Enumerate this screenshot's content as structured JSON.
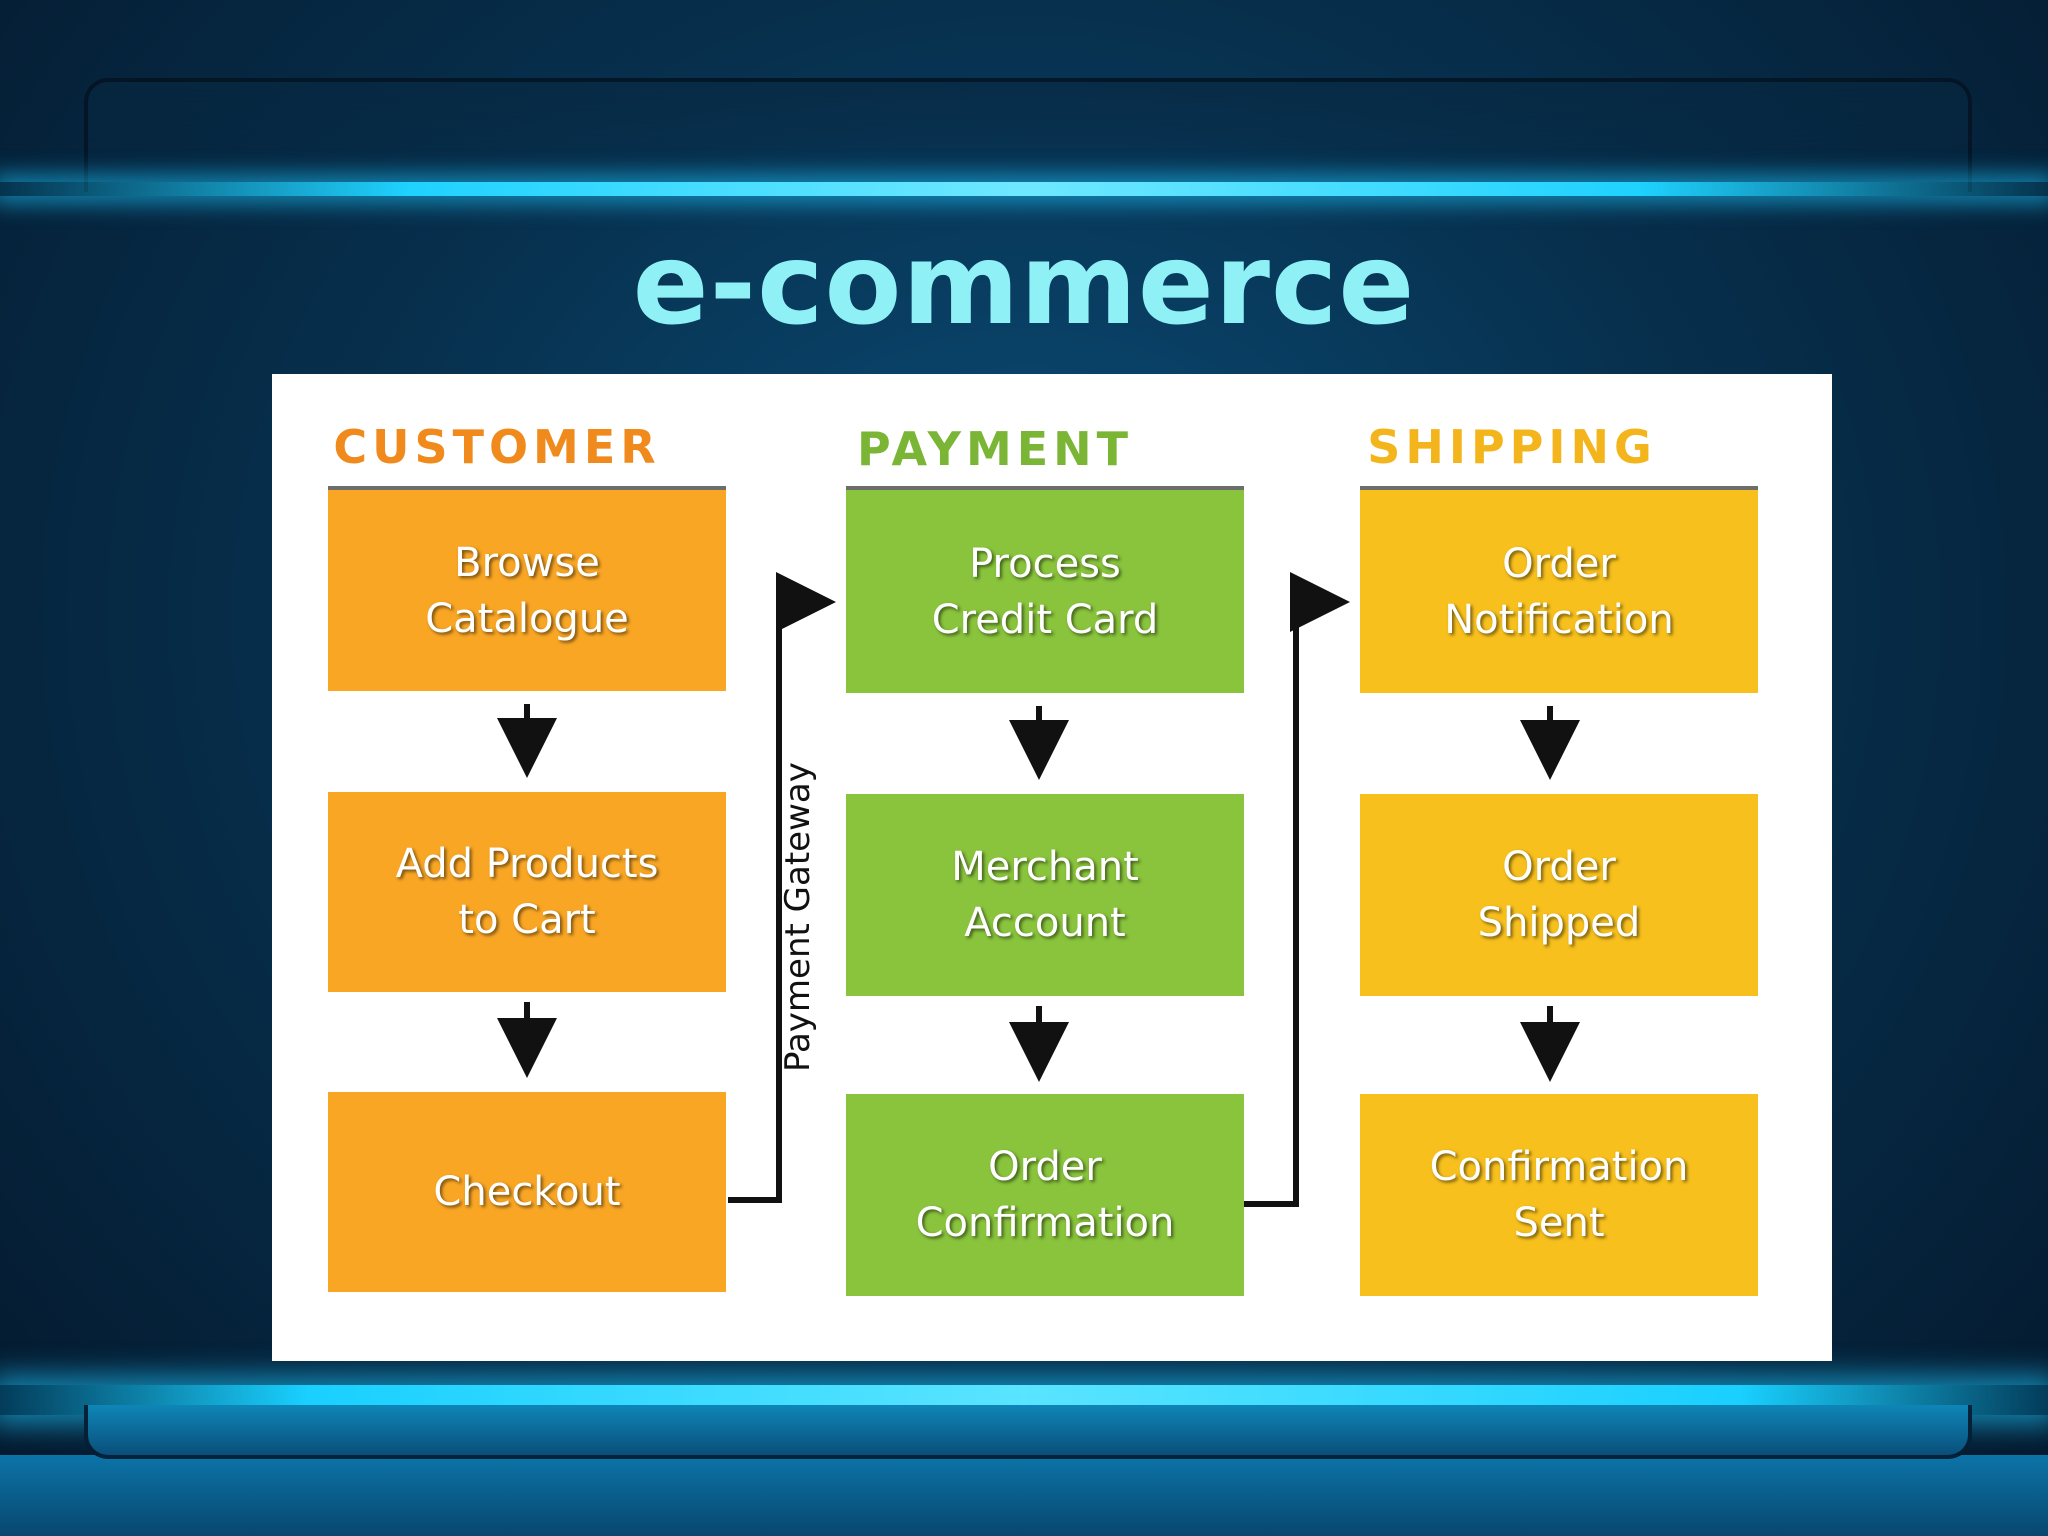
{
  "title": "e-commerce",
  "columns": [
    {
      "header": "CUSTOMER",
      "color": "#f08a1c",
      "steps": [
        "Browse\nCatalogue",
        "Add Products\nto Cart",
        "Checkout"
      ]
    },
    {
      "header": "PAYMENT",
      "color": "#7ab536",
      "steps": [
        "Process\nCredit Card",
        "Merchant\nAccount",
        "Order\nConfirmation"
      ]
    },
    {
      "header": "SHIPPING",
      "color": "#f4b51c",
      "steps": [
        "Order\nNotification",
        "Order\nShipped",
        "Confirmation\nSent"
      ]
    }
  ],
  "connector_label": "Payment Gateway",
  "box_colors": {
    "customer": "#f9a624",
    "payment": "#89c43c",
    "shipping": "#f7c01d"
  }
}
